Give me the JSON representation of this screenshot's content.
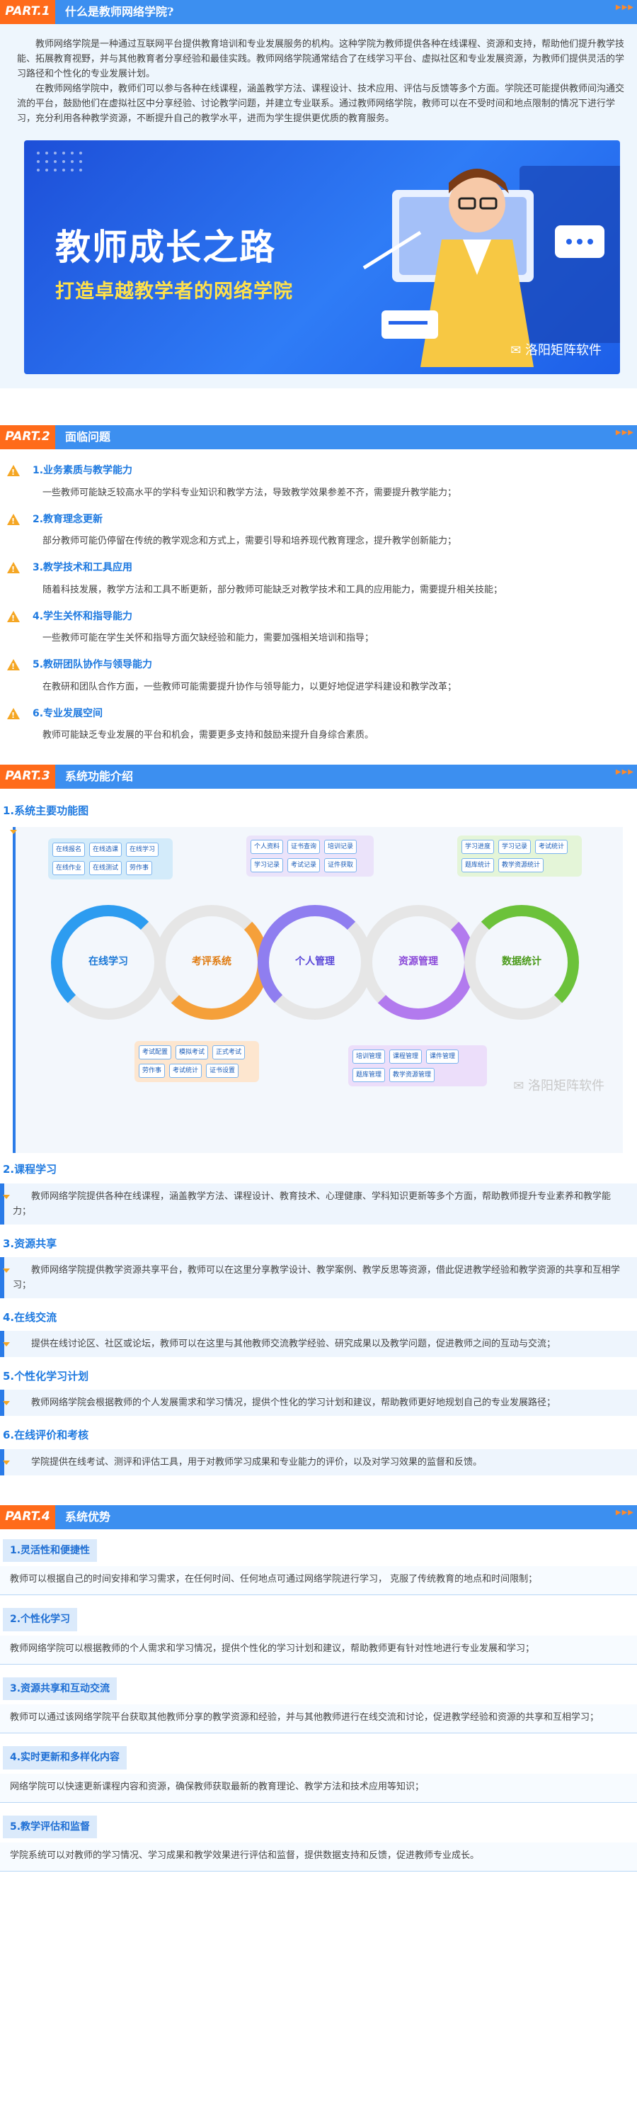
{
  "part1": {
    "tag": "PART.1",
    "title": "什么是教师网络学院?",
    "deco": "▶▶▶",
    "paragraphs": [
      "教师网络学院是一种通过互联网平台提供教育培训和专业发展服务的机构。这种学院为教师提供各种在线课程、资源和支持，帮助他们提升教学技能、拓展教育视野，并与其他教育者分享经验和最佳实践。教师网络学院通常结合了在线学习平台、虚拟社区和专业发展资源，为教师们提供灵活的学习路径和个性化的专业发展计划。",
      "在教师网络学院中，教师们可以参与各种在线课程，涵盖教学方法、课程设计、技术应用、评估与反馈等多个方面。学院还可能提供教师间沟通交流的平台，鼓励他们在虚拟社区中分享经验、讨论教学问题，并建立专业联系。通过教师网络学院，教师可以在不受时间和地点限制的情况下进行学习，充分利用各种教学资源，不断提升自己的教学水平，进而为学生提供更优质的教育服务。"
    ],
    "banner": {
      "title": "教师成长之路",
      "subtitle": "打造卓越教学者的网络学院",
      "brand": "洛阳矩阵软件"
    }
  },
  "part2": {
    "tag": "PART.2",
    "title": "面临问题",
    "deco": "▶▶▶",
    "issues": [
      {
        "title": "1.业务素质与教学能力",
        "desc": "一些教师可能缺乏较高水平的学科专业知识和教学方法，导致教学效果参差不齐，需要提升教学能力；"
      },
      {
        "title": "2.教育理念更新",
        "desc": "部分教师可能仍停留在传统的教学观念和方式上，需要引导和培养现代教育理念，提升教学创新能力；"
      },
      {
        "title": "3.教学技术和工具应用",
        "desc": "随着科技发展，教学方法和工具不断更新，部分教师可能缺乏对教学技术和工具的应用能力，需要提升相关技能；"
      },
      {
        "title": "4.学生关怀和指导能力",
        "desc": "一些教师可能在学生关怀和指导方面欠缺经验和能力，需要加强相关培训和指导；"
      },
      {
        "title": "5.教研团队协作与领导能力",
        "desc": "在教研和团队合作方面，一些教师可能需要提升协作与领导能力，以更好地促进学科建设和教学改革；"
      },
      {
        "title": "6.专业发展空间",
        "desc": "教师可能缺乏专业发展的平台和机会，需要更多支持和鼓励来提升自身综合素质。"
      }
    ]
  },
  "part3": {
    "tag": "PART.3",
    "title": "系统功能介绍",
    "deco": "▶▶▶",
    "diagram_title": "1.系统主要功能图",
    "diagram": {
      "rings": [
        "在线学习",
        "考评系统",
        "个人管理",
        "资源管理",
        "数据统计"
      ],
      "box1": [
        "在线报名",
        "在线选课",
        "在线学习",
        "在线作业",
        "在线测试",
        "劳作事"
      ],
      "box2": [
        "个人资料",
        "证书查询",
        "培训记录",
        "学习记录",
        "考试记录",
        "证件获取"
      ],
      "box3": [
        "学习进度",
        "学习记录",
        "考试统计",
        "题库统计",
        "教学资源统计"
      ],
      "box4": [
        "考试配置",
        "模拟考试",
        "正式考试",
        "劳作事",
        "考试统计",
        "证书设置"
      ],
      "box5": [
        "培训管理",
        "课程管理",
        "课件管理",
        "题库管理",
        "教学资源管理"
      ],
      "brand": "洛阳矩阵软件"
    },
    "items": [
      {
        "title": "2.课程学习",
        "desc": "教师网络学院提供各种在线课程，涵盖教学方法、课程设计、教育技术、心理健康、学科知识更新等多个方面，帮助教师提升专业素养和教学能力；"
      },
      {
        "title": "3.资源共享",
        "desc": "教师网络学院提供教学资源共享平台，教师可以在这里分享教学设计、教学案例、教学反思等资源，借此促进教学经验和教学资源的共享和互相学习；"
      },
      {
        "title": "4.在线交流",
        "desc": "提供在线讨论区、社区或论坛，教师可以在这里与其他教师交流教学经验、研究成果以及教学问题，促进教师之间的互动与交流；"
      },
      {
        "title": "5.个性化学习计划",
        "desc": "教师网络学院会根据教师的个人发展需求和学习情况，提供个性化的学习计划和建议，帮助教师更好地规划自己的专业发展路径；"
      },
      {
        "title": "6.在线评价和考核",
        "desc": "学院提供在线考试、测评和评估工具，用于对教师学习成果和专业能力的评价，以及对学习效果的监督和反馈。"
      }
    ]
  },
  "part4": {
    "tag": "PART.4",
    "title": "系统优势",
    "deco": "▶▶▶",
    "items": [
      {
        "title": "1.灵活性和便捷性",
        "desc": "教师可以根据自己的时间安排和学习需求，在任何时间、任何地点可通过网络学院进行学习， 克服了传统教育的地点和时间限制；"
      },
      {
        "title": "2.个性化学习",
        "desc": "教师网络学院可以根据教师的个人需求和学习情况，提供个性化的学习计划和建议，帮助教师更有针对性地进行专业发展和学习；"
      },
      {
        "title": "3.资源共享和互动交流",
        "desc": "教师可以通过该网络学院平台获取其他教师分享的教学资源和经验，并与其他教师进行在线交流和讨论，促进教学经验和资源的共享和互相学习；"
      },
      {
        "title": "4.实时更新和多样化内容",
        "desc": "网络学院可以快速更新课程内容和资源，确保教师获取最新的教育理论、教学方法和技术应用等知识；"
      },
      {
        "title": "5.教学评估和监督",
        "desc": "学院系统可以对教师的学习情况、学习成果和教学效果进行评估和监督，提供数据支持和反馈，促进教师专业成长。"
      }
    ]
  }
}
